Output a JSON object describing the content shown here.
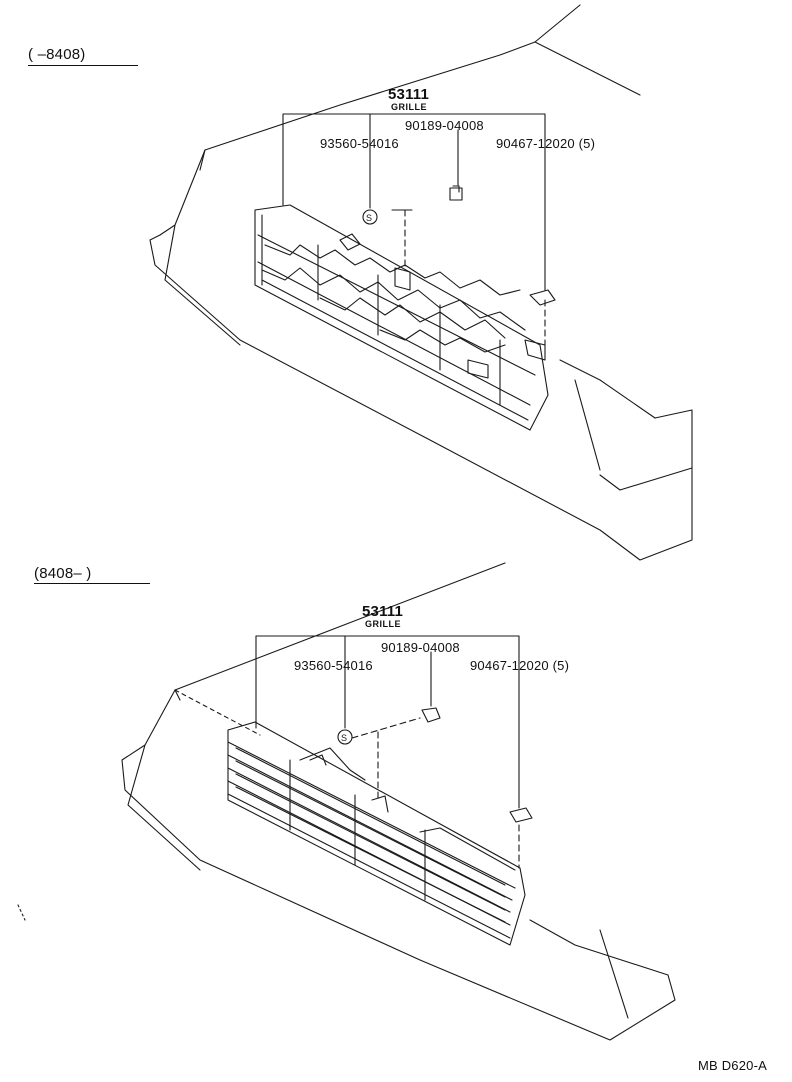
{
  "section_top": {
    "date_range": "(      –8408)",
    "part_main": "53111",
    "part_name": "GRILLE",
    "p1": "90189-04008",
    "p2": "93560-54016",
    "p3": "90467-12020 (5)"
  },
  "section_bottom": {
    "date_range": "(8408–        )",
    "part_main": "53111",
    "part_name": "GRILLE",
    "p1": "90189-04008",
    "p2": "93560-54016",
    "p3": "90467-12020 (5)"
  },
  "footer_code": "MB D620-A",
  "line_color": "#1a1a1a"
}
